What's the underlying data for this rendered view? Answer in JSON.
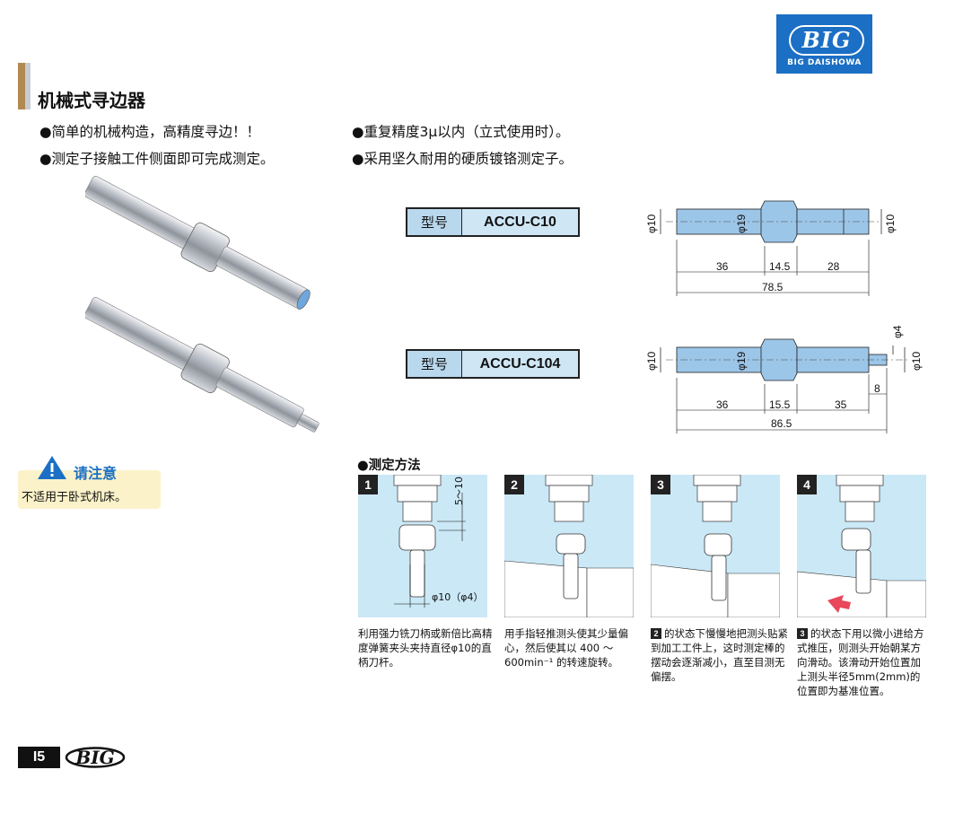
{
  "header": {
    "title": "机械式寻边器",
    "logo_text": "BIG",
    "logo_subtext": "BIG DAISHOWA"
  },
  "features": {
    "left": [
      "●简单的机械构造，高精度寻边！！",
      "●测定子接触工件侧面即可完成测定。"
    ],
    "right": [
      "●重复精度3μ以内（立式使用时）。",
      "●采用坚久耐用的硬质镀铬测定子。"
    ]
  },
  "models": [
    {
      "label": "型号",
      "name": "ACCU-C10",
      "dims": {
        "shank_dia": "φ10",
        "body_dia": "φ19",
        "tip_dia": "φ10",
        "len1": "36",
        "len2": "14.5",
        "len3": "28",
        "total": "78.5"
      }
    },
    {
      "label": "型号",
      "name": "ACCU-C104",
      "dims": {
        "shank_dia": "φ10",
        "body_dia": "φ19",
        "tip_dia": "φ10",
        "small_dia": "φ4",
        "small_len": "8",
        "len1": "36",
        "len2": "15.5",
        "len3": "35",
        "total": "86.5"
      }
    }
  ],
  "caution": {
    "title": "请注意",
    "text": "不适用于卧式机床。"
  },
  "method": {
    "title": "●测定方法",
    "steps": [
      {
        "num": "1",
        "caption": "利用强力铣刀柄或新倍比高精度弹簧夹头夹持直径φ10的直柄刀杆。",
        "note_len": "5〜10",
        "note_dia": "φ10（φ4）"
      },
      {
        "num": "2",
        "caption": "用手指轻推测头使其少量偏心，然后使其以 400 〜 600min⁻¹ 的转速旋转。"
      },
      {
        "num": "3",
        "ref": "2",
        "caption": "的状态下慢慢地把测头贴紧到加工工件上，这时测定棒的摆动会逐渐减小，直至目测无偏摆。"
      },
      {
        "num": "4",
        "ref": "3",
        "caption": "的状态下用以微小进给方式推压，则测头开始朝某方向滑动。该滑动开始位置加上测头半径5mm(2mm)的位置即为基准位置。"
      }
    ]
  },
  "footer": {
    "page": "I5",
    "logo_text": "BIG"
  },
  "colors": {
    "accent_blue": "#1b6fc4",
    "panel_bg": "#cbe8f6",
    "part_fill": "#9cc6e8",
    "title_bar": "#b08a52"
  }
}
